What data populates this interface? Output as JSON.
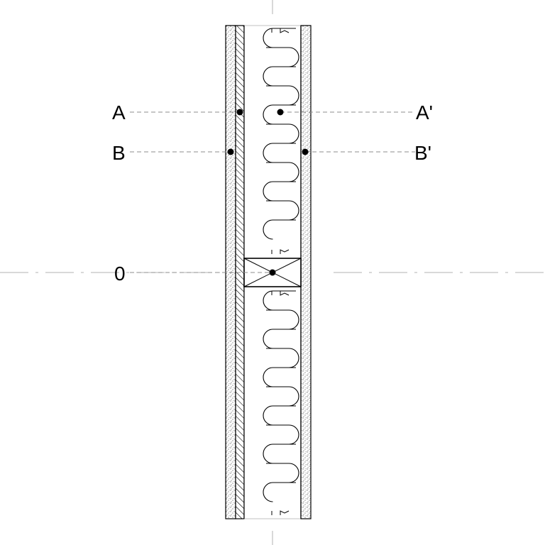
{
  "labels": {
    "a_left": "A",
    "a_right": "A'",
    "b_left": "B",
    "b_right": "B'",
    "origin": "0"
  },
  "colors": {
    "ink": "#000000",
    "dashed_line": "#8c8c8c",
    "center_line": "#b3b3b3",
    "background": "#ffffff"
  },
  "icons": {
    "insulation": "batt-insulation-loops",
    "stud": "stud-cross-icon",
    "sheathing": "stipple-hatch",
    "membrane": "diagonal-hatch"
  }
}
